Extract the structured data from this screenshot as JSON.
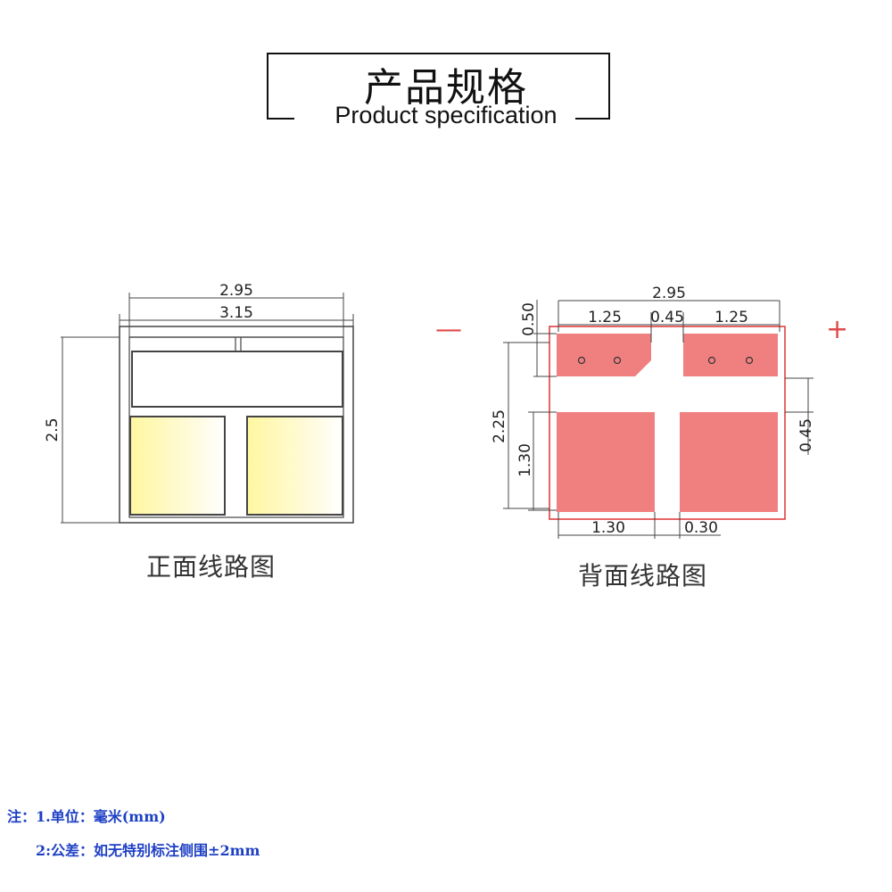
{
  "header": {
    "title_cn": "产品规格",
    "title_en": "Product specification"
  },
  "front_view": {
    "caption": "正面线路图",
    "dims": {
      "width_inner": "2.95",
      "width_outer": "3.15",
      "height": "2.5"
    }
  },
  "back_view": {
    "caption": "背面线路图",
    "polarity_negative": "—",
    "polarity_positive": "+",
    "dims": {
      "width_total": "2.95",
      "pad_top_left": "1.25",
      "gap": "0.45",
      "pad_top_right": "1.25",
      "pad_top_height": "0.50",
      "height_total": "2.25",
      "pad_bottom_height": "1.30",
      "right_gap": "0.45",
      "pad_bottom_width": "1.30",
      "bottom_gap": "0.30"
    }
  },
  "notes": {
    "line1": "注：1.单位：毫米(mm)",
    "line2": "2:公差：如无特别标注侧围±2mm"
  },
  "colors": {
    "pad_red": "#f08080",
    "pad_red_border": "#e06060",
    "led_yellow": "#fff9a8",
    "note_blue": "#1d3fc4"
  }
}
